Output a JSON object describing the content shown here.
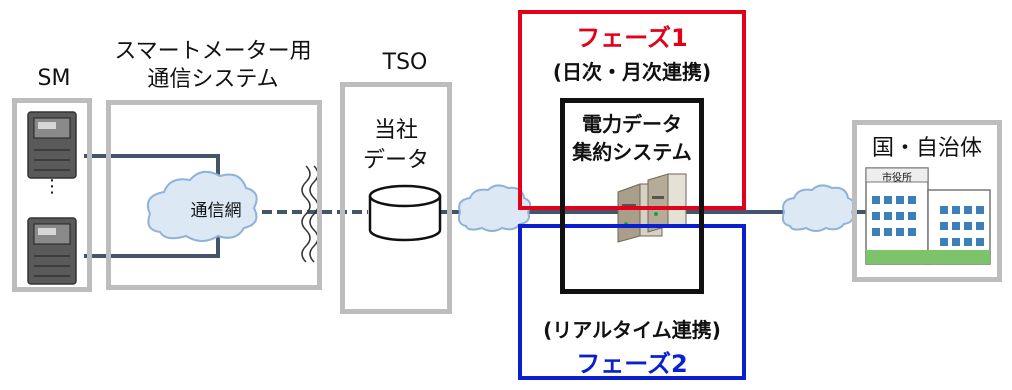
{
  "labels": {
    "sm": "SM",
    "comm_system_line1": "スマートメーター用",
    "comm_system_line2": "通信システム",
    "tso": "TSO",
    "company_data_line1": "当社",
    "company_data_line2": "データ",
    "network": "通信網",
    "meter_ellipsis": "⋮",
    "municipality": "国・自治体",
    "city_hall_sign": "市役所",
    "aggregation_line1": "電力データ",
    "aggregation_line2": "集約システム"
  },
  "phases": {
    "phase1_title": "フェーズ1",
    "phase1_sub": "(日次・月次連携)",
    "phase2_sub": "(リアルタイム連携)",
    "phase2_title": "フェーズ2"
  },
  "colors": {
    "phase1": "#e3001b",
    "phase2": "#0a1fd0",
    "grey_box": "#bdbdbd",
    "line": "#44546a",
    "cloud_fill": "#dde8f5",
    "cloud_stroke": "#8fb2d6"
  }
}
